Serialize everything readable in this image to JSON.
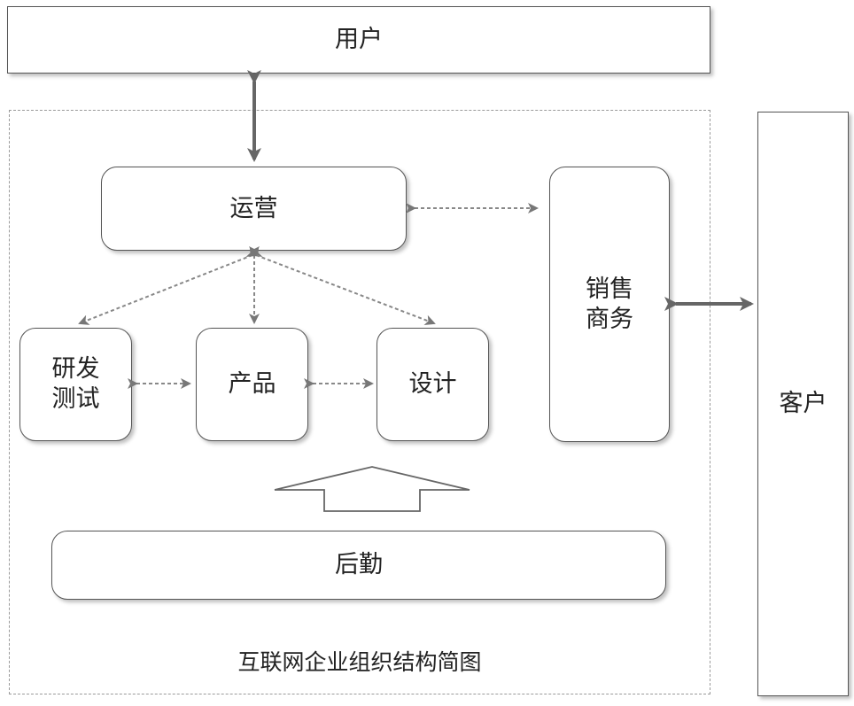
{
  "nodes": {
    "user": "用户",
    "operations": "运营",
    "rd_test": "研发\n测试",
    "product": "产品",
    "design": "设计",
    "sales": "销售\n商务",
    "logistics": "后勤",
    "customer": "客户"
  },
  "caption": "互联网企业组织结构简图",
  "colors": {
    "border": "#555555",
    "arrow": "#666666",
    "dashed_frame": "#9a9a9a"
  }
}
